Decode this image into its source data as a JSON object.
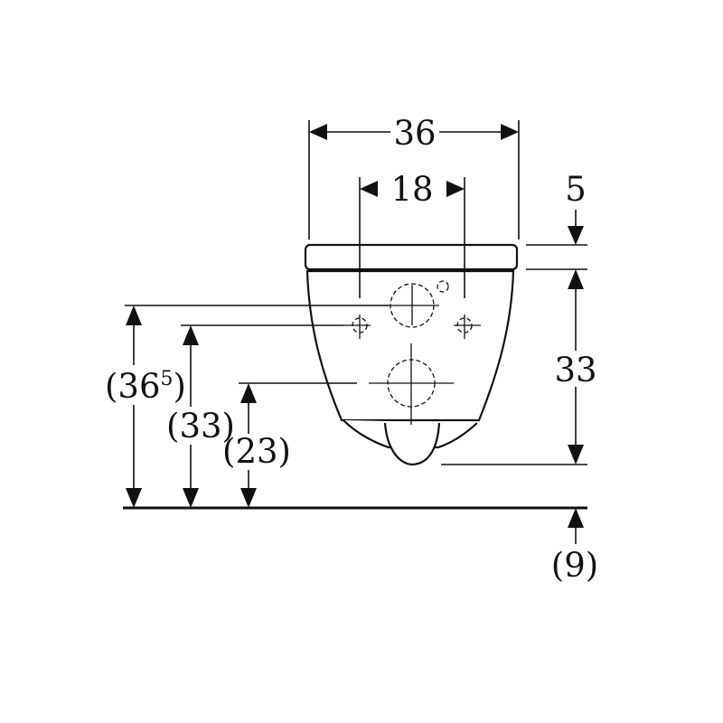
{
  "dimensions": {
    "width_total": "36",
    "hole_spacing": "18",
    "seat_thickness": "5",
    "bowl_height": "33",
    "height_36_5_open": "(36",
    "height_36_5_sup": "5",
    "height_36_5_close": ")",
    "height_33": "(33)",
    "height_23": "(23)",
    "floor_gap": "(9)"
  }
}
